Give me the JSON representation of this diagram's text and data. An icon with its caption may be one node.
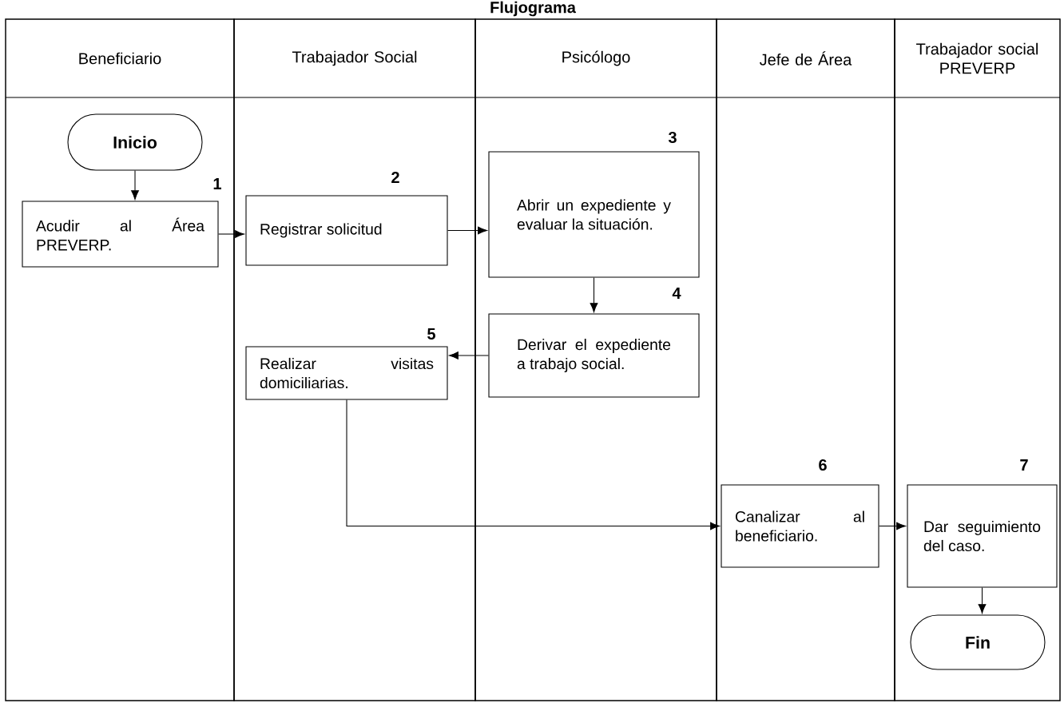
{
  "diagram": {
    "title": "Flujograma",
    "nodes": [
      {
        "text": [
          "Beneficiario"
        ]
      },
      {
        "text": [
          "Trabajador Social"
        ]
      },
      {
        "text": [
          "Psicólogo"
        ]
      },
      {
        "text": [
          "Jefe de Área"
        ]
      },
      {
        "text": [
          "Trabajador social PREVERP"
        ]
      },
      {
        "text": [
          "Inicio"
        ],
        "in": 0
      },
      {
        "text": [
          "Acudir al Área PREVERP."
        ],
        "in": 0,
        "beside": [
          "1"
        ]
      },
      {
        "text": [
          "Registrar solicitud"
        ],
        "in": 1,
        "beside": [
          "2"
        ]
      },
      {
        "text": [
          "Abrir un expediente y evaluar la situación."
        ],
        "in": 2,
        "beside": [
          "3"
        ]
      },
      {
        "text": [
          "Derivar el expediente a trabajo social."
        ],
        "in": 2,
        "beside": [
          "4"
        ]
      },
      {
        "text": [
          "Realizar visitas domiciliarias."
        ],
        "in": 1,
        "beside": [
          "5"
        ]
      },
      {
        "text": [
          "Canalizar al beneficiario."
        ],
        "in": 3,
        "beside": [
          "6"
        ]
      },
      {
        "text": [
          "Dar seguimiento del caso."
        ],
        "in": 4,
        "beside": [
          "7"
        ]
      },
      {
        "text": [
          "Fin"
        ],
        "in": 4
      }
    ],
    "edges": [
      {
        "from": 5,
        "to": 6,
        "arrow": "to"
      },
      {
        "from": 6,
        "to": 7,
        "arrow": "to"
      },
      {
        "from": 7,
        "to": 8,
        "arrow": "to"
      },
      {
        "from": 8,
        "to": 9,
        "arrow": "to"
      },
      {
        "from": 9,
        "to": 10,
        "arrow": "to"
      },
      {
        "from": 10,
        "to": 11,
        "arrow": "to"
      },
      {
        "from": 11,
        "to": 12,
        "arrow": "to"
      },
      {
        "from": 12,
        "to": 13,
        "arrow": "to"
      }
    ]
  }
}
